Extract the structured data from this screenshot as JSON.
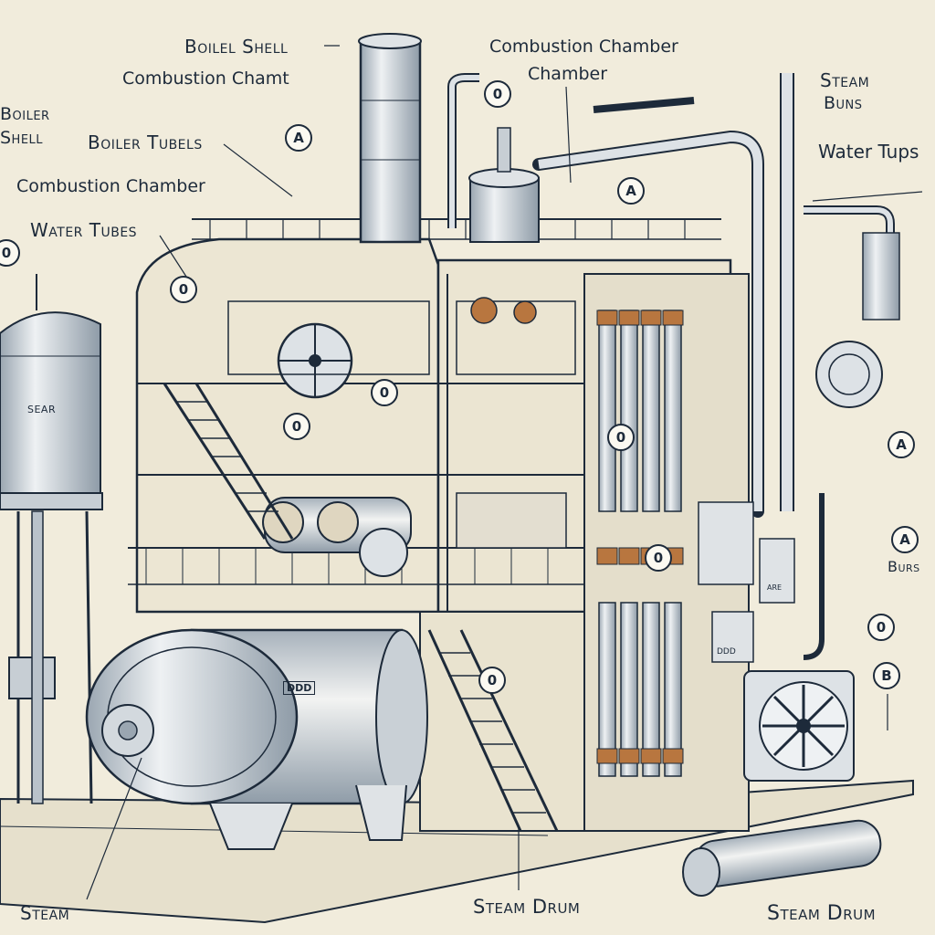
{
  "labels": {
    "boiler_shell_top": "Boilel Shell",
    "combustion_chamber_top": "Combustion Chamt",
    "boiler_shell_left": "Boiler",
    "shell_left": "Shell",
    "boiler_tubes": "Boiler Tubels",
    "combustion_chamber_left": "Combustion Chamber",
    "water_tubes_left": "Water Tubes",
    "combustion_chamber_right": "Combustion Chamber",
    "chamber_right": "Chamber",
    "steam_right": "Steam",
    "buns_right": "Buns",
    "water_tubes_right": "Water Tups",
    "burs_right": "Burs",
    "steam_bottom": "Steam",
    "steam_drum_center": "Steam Drum",
    "steam_drum_right": "Steam Drum",
    "tank_plate": "SEAR",
    "drum_plate": "DDD",
    "panel_plate": "DDD",
    "cabinet_plate": "ARE"
  },
  "callouts": {
    "c_stack_left": "0",
    "c_top_center": "A",
    "c_chimney_tank": "0",
    "c_pipe_right": "A",
    "c_edge_left": "0",
    "c_cabin_left": "0",
    "c_cabin_mid": "0",
    "c_cabin_low": "0",
    "c_column": "0",
    "c_right_mid": "A",
    "c_right_low": "A",
    "c_fan": "B",
    "c_stair": "0",
    "c_gauge": "0"
  },
  "colors": {
    "ink": "#1d2a3a",
    "paper": "#f1ecdc",
    "metal": "#d3d9de",
    "metal_dark": "#9aa6b1",
    "rust": "#b8763f"
  }
}
